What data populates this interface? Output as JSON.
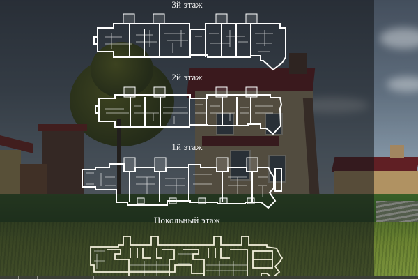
{
  "section": {
    "background": "photo of townhouses with lawn (darkened)",
    "overlay_color": "#14161a",
    "title_color": "#f2f2f2",
    "plan_line_color": "#ffffff"
  },
  "floors": [
    {
      "id": "floor-3",
      "label": "3й этаж"
    },
    {
      "id": "floor-2",
      "label": "2й этаж"
    },
    {
      "id": "floor-1",
      "label": "1й этаж"
    },
    {
      "id": "basement",
      "label": "Цокольный этаж"
    }
  ],
  "icons": {
    "floor_plan": "floor-plan-icon"
  }
}
